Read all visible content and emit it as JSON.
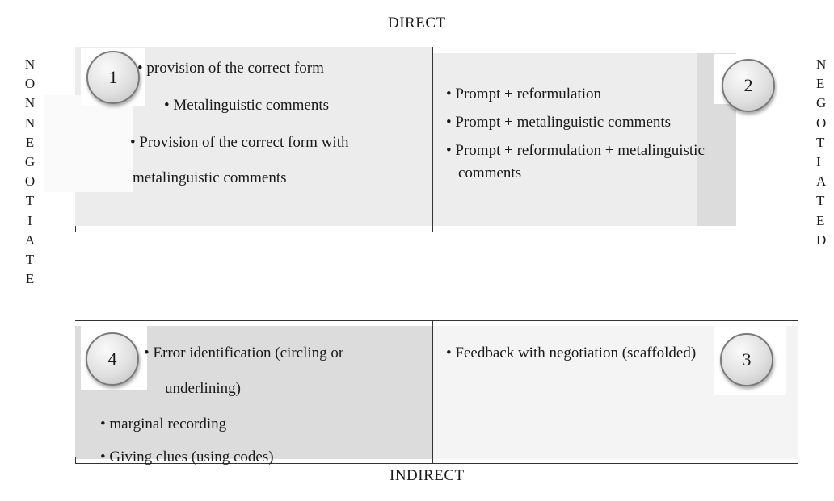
{
  "labels": {
    "top": "DIRECT",
    "bottom": "INDIRECT",
    "left_vertical": [
      "N",
      "O",
      "N",
      "N",
      "E",
      "G",
      "O",
      "T",
      "I",
      "A",
      "T",
      "E"
    ],
    "right_vertical": [
      "N",
      "E",
      "G",
      "O",
      "T",
      "I",
      "A",
      "T",
      "E",
      "D"
    ]
  },
  "quadrants": {
    "q1": {
      "number": "1",
      "items": [
        "• provision of the correct form",
        "• Metalinguistic comments",
        "• Provision of the correct form with",
        "metalinguistic comments"
      ]
    },
    "q2": {
      "number": "2",
      "items": [
        "• Prompt + reformulation",
        "• Prompt + metalinguistic comments",
        "• Prompt + reformulation + metalinguistic",
        "comments"
      ]
    },
    "q3": {
      "number": "3",
      "items": [
        "• Feedback with negotiation (scaffolded)"
      ]
    },
    "q4": {
      "number": "4",
      "items": [
        "• Error identification (circling or",
        "underlining)",
        "• marginal recording",
        "• Giving clues (using codes)"
      ]
    }
  }
}
